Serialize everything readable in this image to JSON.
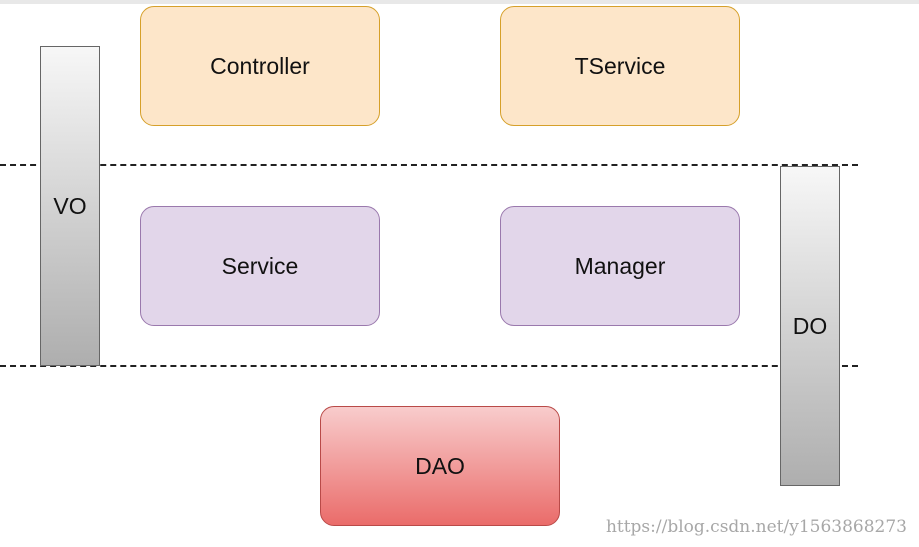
{
  "nodes": {
    "controller": "Controller",
    "tservice": "TService",
    "service": "Service",
    "manager": "Manager",
    "dao": "DAO"
  },
  "bars": {
    "vo": "VO",
    "do": "DO"
  },
  "watermark": "https://blog.csdn.net/y1563868273"
}
